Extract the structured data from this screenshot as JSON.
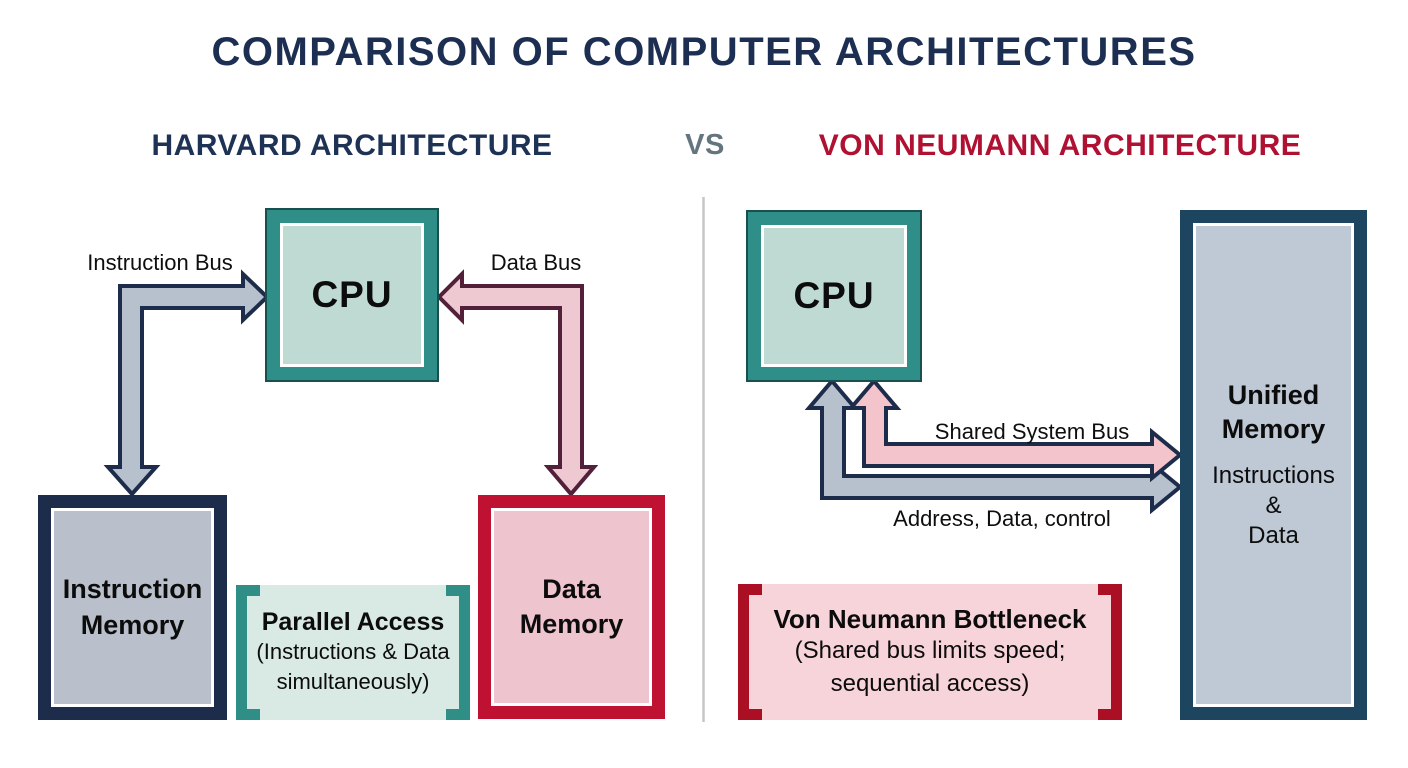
{
  "title": "COMPARISON OF COMPUTER ARCHITECTURES",
  "comparison": {
    "left_heading": "HARVARD ARCHITECTURE",
    "vs": "VS",
    "right_heading": "VON NEUMANN ARCHITECTURE"
  },
  "harvard": {
    "cpu_label": "CPU",
    "instruction_bus_label": "Instruction Bus",
    "data_bus_label": "Data Bus",
    "instruction_memory_label": "Instruction Memory",
    "data_memory_label": "Data Memory",
    "parallel_access": {
      "title": "Parallel Access",
      "line1": "(Instructions & Data",
      "line2": "simultaneously)"
    }
  },
  "von_neumann": {
    "cpu_label": "CPU",
    "shared_bus_label": "Shared System Bus",
    "address_bus_label": "Address, Data, control",
    "unified_memory": {
      "title": "Unified Memory",
      "sub1": "Instructions",
      "sub2": "&",
      "sub3": "Data"
    },
    "bottleneck": {
      "title": "Von Neumann Bottleneck",
      "line1": "(Shared bus limits speed;",
      "line2": "sequential access)"
    }
  },
  "colors": {
    "title_navy": "#1c2e51",
    "harvard_navy": "#1d3254",
    "von_neumann_crimson": "#b01031",
    "vs_gray": "#65757f",
    "cpu_teal_border": "#2f8e88",
    "cpu_teal_fill": "#bedad3",
    "instruction_memory_border": "#1d2c4a",
    "instruction_memory_fill": "#b9c0cb",
    "data_memory_border": "#bf1132",
    "data_memory_fill": "#eec4ce",
    "unified_memory_border": "#1e455f",
    "unified_memory_fill": "#bec9d5",
    "instruction_bus_fill": "#b7c1cd",
    "data_bus_fill": "#efc9d2",
    "shared_bus_pink_fill": "#f3c4cc",
    "shared_bus_gray_fill": "#b7c1cd",
    "parallel_box_fill": "#d9e9e3",
    "parallel_bracket_teal": "#2f8e86",
    "bottleneck_box_fill": "#f6d4da",
    "bottleneck_bracket_crimson": "#ab0f24",
    "divider_gray": "#c6c6c6"
  }
}
